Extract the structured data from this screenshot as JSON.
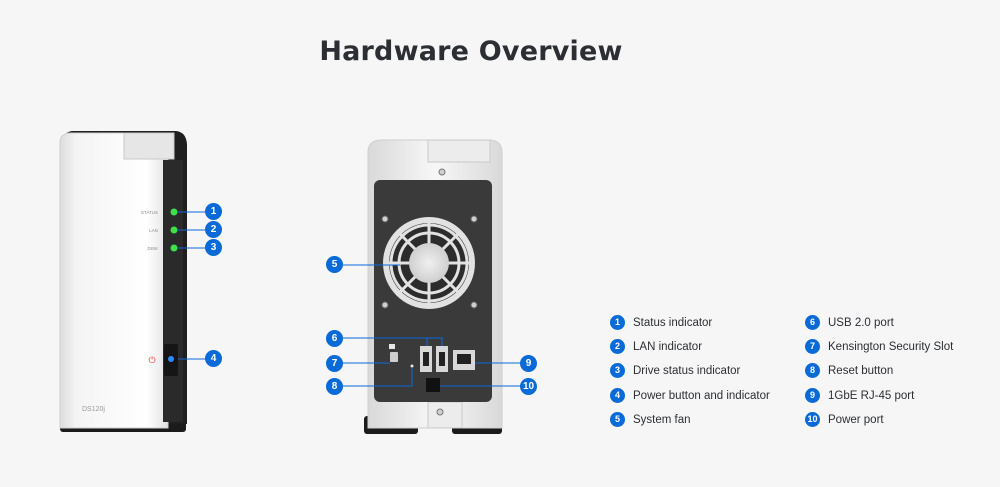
{
  "page": {
    "title": "Hardware Overview"
  },
  "front_panel": {
    "led_labels": [
      "STATUS",
      "LAN",
      "DISK"
    ],
    "model_label": "DS120j"
  },
  "callouts": [
    "1",
    "2",
    "3",
    "4",
    "5",
    "6",
    "7",
    "8",
    "9",
    "10"
  ],
  "legend": {
    "left": [
      {
        "num": "1",
        "label": "Status indicator"
      },
      {
        "num": "2",
        "label": "LAN indicator"
      },
      {
        "num": "3",
        "label": "Drive status indicator"
      },
      {
        "num": "4",
        "label": "Power button and indicator"
      },
      {
        "num": "5",
        "label": "System fan"
      }
    ],
    "right": [
      {
        "num": "6",
        "label": "USB 2.0 port"
      },
      {
        "num": "7",
        "label": "Kensington Security Slot"
      },
      {
        "num": "8",
        "label": "Reset button"
      },
      {
        "num": "9",
        "label": "1GbE RJ-45 port"
      },
      {
        "num": "10",
        "label": "Power port"
      }
    ]
  },
  "colors": {
    "accent": "#0a6ad8",
    "led": "#3ee04a",
    "power": "#e53935"
  }
}
